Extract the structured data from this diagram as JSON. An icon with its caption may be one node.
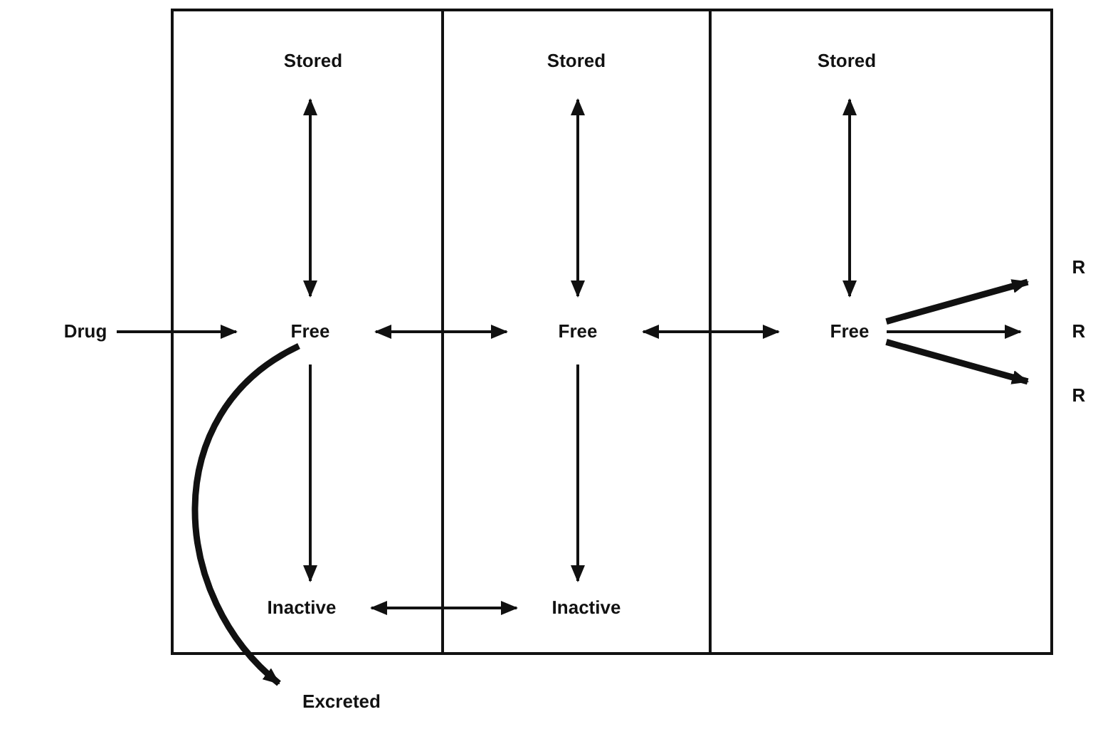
{
  "diagram": {
    "nodes": [
      {
        "text": [],
        "shape": "box"
      },
      {
        "text": [],
        "shape": "box"
      },
      {
        "text": [],
        "shape": "box"
      },
      {
        "text": [
          "Drug"
        ]
      },
      {
        "text": [
          "Stored"
        ],
        "in": 0
      },
      {
        "text": [
          "Free"
        ],
        "in": 0
      },
      {
        "text": [
          "Inactive"
        ],
        "in": 0
      },
      {
        "text": [
          "Stored"
        ],
        "in": 1
      },
      {
        "text": [
          "Free"
        ],
        "in": 1
      },
      {
        "text": [
          "Inactive"
        ],
        "in": 1
      },
      {
        "text": [
          "Stored"
        ],
        "in": 2
      },
      {
        "text": [
          "Free"
        ],
        "in": 2
      },
      {
        "text": [
          "R"
        ]
      },
      {
        "text": [
          "R"
        ]
      },
      {
        "text": [
          "R"
        ]
      },
      {
        "text": [
          "Excreted"
        ]
      }
    ],
    "edges": [
      {
        "from": 3,
        "to": 5,
        "arrow": "to"
      },
      {
        "from": 5,
        "to": 4,
        "arrow": "both"
      },
      {
        "from": 5,
        "to": 6,
        "arrow": "to"
      },
      {
        "from": 5,
        "to": 8,
        "arrow": "both"
      },
      {
        "from": 6,
        "to": 9,
        "arrow": "both"
      },
      {
        "from": 8,
        "to": 7,
        "arrow": "both"
      },
      {
        "from": 8,
        "to": 9,
        "arrow": "to"
      },
      {
        "from": 8,
        "to": 11,
        "arrow": "both"
      },
      {
        "from": 11,
        "to": 10,
        "arrow": "both"
      },
      {
        "from": 11,
        "to": 12,
        "arrow": "to",
        "style": "thick"
      },
      {
        "from": 11,
        "to": 13,
        "arrow": "to"
      },
      {
        "from": 11,
        "to": 14,
        "arrow": "to",
        "style": "thick"
      },
      {
        "from": 5,
        "to": 15,
        "arrow": "to",
        "style": "thick"
      }
    ]
  }
}
